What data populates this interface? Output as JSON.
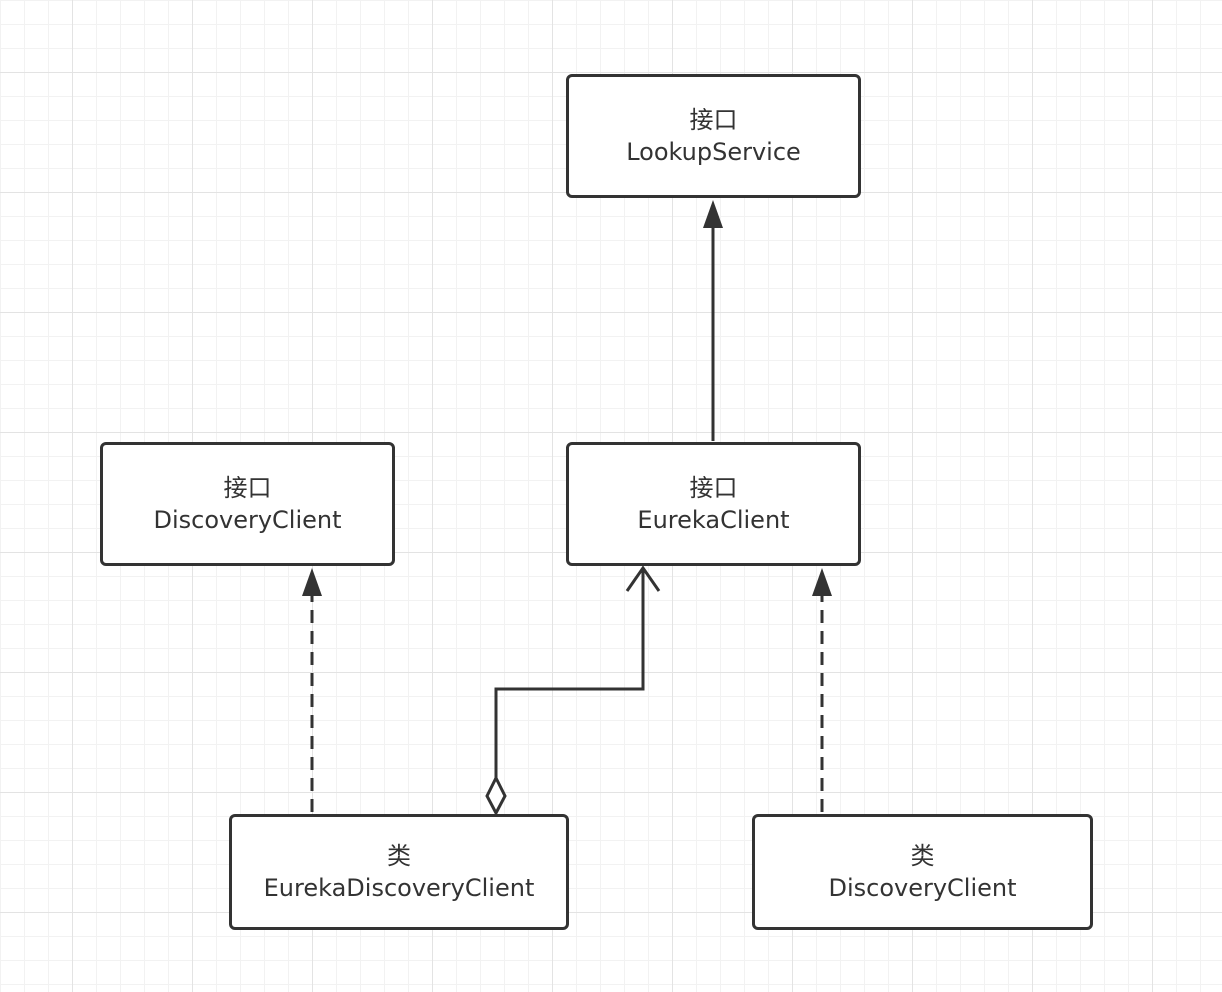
{
  "nodes": {
    "lookup_service": {
      "kind": "接口",
      "name": "LookupService"
    },
    "discovery_client_interface": {
      "kind": "接口",
      "name": "DiscoveryClient"
    },
    "eureka_client": {
      "kind": "接口",
      "name": "EurekaClient"
    },
    "eureka_discovery_client": {
      "kind": "类",
      "name": "EurekaDiscoveryClient"
    },
    "discovery_client_class": {
      "kind": "类",
      "name": "DiscoveryClient"
    }
  },
  "colors": {
    "stroke": "#333333",
    "grid_major": "#e3e3e3",
    "grid_minor": "#f2f2f2",
    "background": "#ffffff"
  }
}
